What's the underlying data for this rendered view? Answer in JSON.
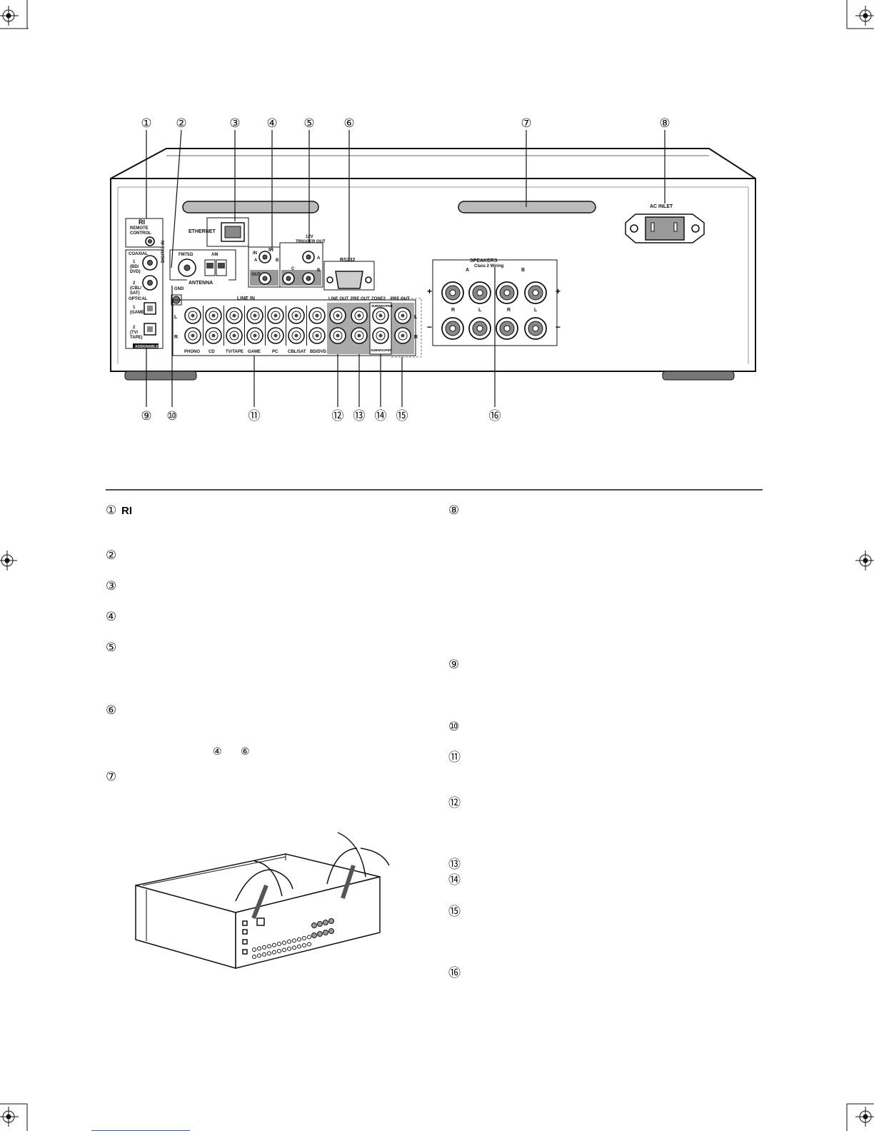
{
  "panel": {
    "ri_label": "RI",
    "remote_control": [
      "REMOTE",
      "CONTROL"
    ],
    "ethernet": "ETHERNET",
    "fm": "FM75Ω",
    "am": "AM",
    "antenna": "ANTENNA",
    "ir": "IR",
    "ir_in": "IN",
    "ir_out": "OUT",
    "ir_a": "A",
    "ir_b": "B",
    "trigger": [
      "12V",
      "TRIGGER OUT"
    ],
    "trig_a": "A",
    "trig_b": "B",
    "trig_c": "C",
    "rs232": "RS232",
    "ac_inlet": "AC INLET",
    "speakers": "SPEAKERS",
    "class2": "Class 2 Wiring",
    "spk_a": "A",
    "spk_b": "B",
    "plus": "+",
    "minus": "−",
    "r": "R",
    "l": "L",
    "coaxial": "COAXIAL",
    "digital_in": "DIGITAL IN",
    "coax1": [
      "1",
      "(BD/",
      "DVD)"
    ],
    "coax2": [
      "2",
      "(CBL/",
      "SAT)"
    ],
    "optical": "OPTICAL",
    "opt1": [
      "1",
      "(GAME)"
    ],
    "opt2": [
      "2",
      "(TV/",
      "TAPE)"
    ],
    "assignable": "ASSIGNABLE",
    "gnd": "GND",
    "line_in": "LINE IN",
    "line_out": "LINE OUT",
    "pre_out": "PRE OUT",
    "zone2": "ZONE2",
    "zone2_pre_out": "PRE OUT",
    "subwoofer": "SUBWOOFER",
    "inputs": [
      "PHONO",
      "CD",
      "TV/TAPE",
      "GAME",
      "PC",
      "CBL/SAT",
      "BD/DVD"
    ]
  },
  "callouts_top": [
    "①",
    "②",
    "③",
    "④",
    "⑤",
    "⑥",
    "⑦",
    "⑧"
  ],
  "callouts_bottom": [
    "⑨",
    "⑩",
    "⑪",
    "⑫",
    "⑬",
    "⑭",
    "⑮",
    "⑯"
  ],
  "list_left": [
    "①",
    "②",
    "③",
    "④",
    "⑤",
    "⑥",
    "⑦"
  ],
  "list_left_ri": "RI",
  "list_left_note": [
    "④",
    "⑥"
  ],
  "list_right": [
    "⑧",
    "⑨",
    "⑩",
    "⑪",
    "⑫",
    "⑬",
    "⑭",
    "⑮",
    "⑯"
  ]
}
